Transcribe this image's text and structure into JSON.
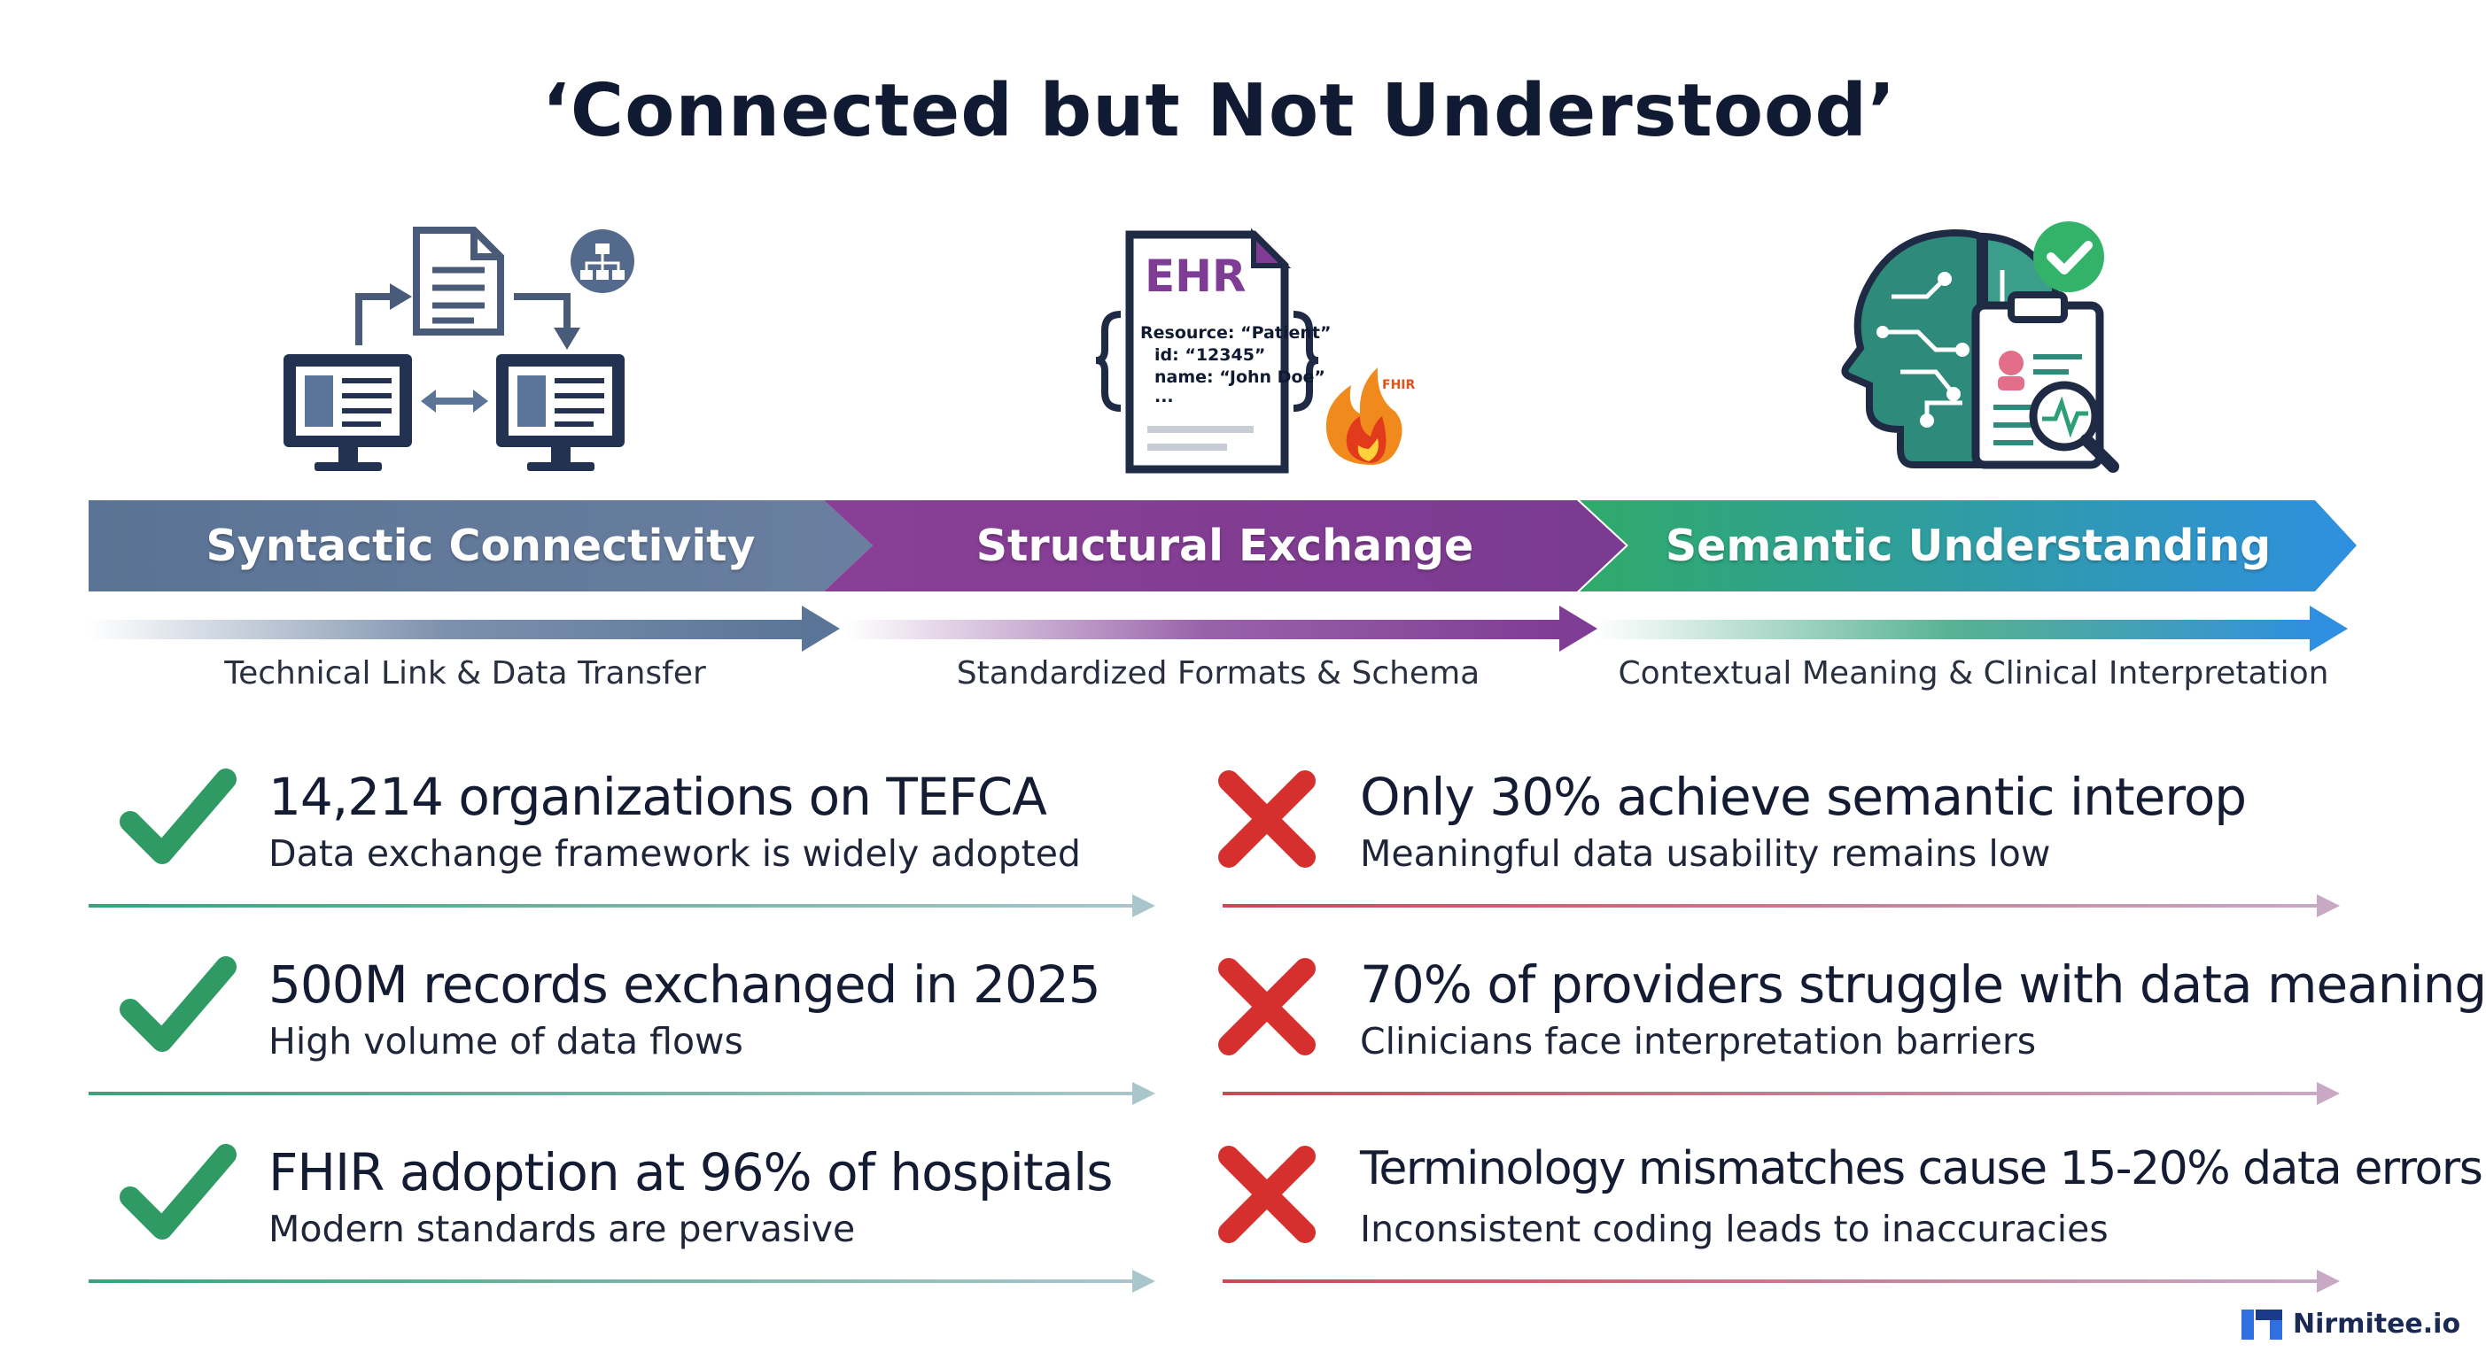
{
  "title": "‘Connected but Not Understood’",
  "stages": [
    {
      "label": "Syntactic Connectivity",
      "caption": "Technical Link & Data Transfer",
      "color": "#5b7598",
      "icon": "network-computers-icon"
    },
    {
      "label": "Structural Exchange",
      "caption": "Standardized Formats & Schema",
      "color": "#7f3c94",
      "icon": "ehr-document-icon"
    },
    {
      "label": "Semantic Understanding",
      "caption": "Contextual Meaning & Clinical Interpretation",
      "color": "#2e9e78",
      "icon": "brain-clipboard-icon"
    }
  ],
  "ehr_icon": {
    "header": "EHR",
    "line1": "Resource: “Patient”",
    "line2": "id: “12345”",
    "line3": "name: “John Doe”",
    "line4": "...",
    "badge": "FHIR"
  },
  "successes": [
    {
      "title": "14,214 organizations on TEFCA",
      "subtitle": "Data exchange framework is widely adopted"
    },
    {
      "title": "500M records exchanged in 2025",
      "subtitle": "High volume of data flows"
    },
    {
      "title": "FHIR adoption at 96% of hospitals",
      "subtitle": "Modern standards are pervasive"
    }
  ],
  "failures": [
    {
      "title": "Only 30% achieve semantic interop",
      "subtitle": "Meaningful data usability remains low"
    },
    {
      "title": "70% of providers struggle with data meaning",
      "subtitle": "Clinicians face interpretation barriers"
    },
    {
      "title": "Terminology mismatches cause 15-20% data errors",
      "subtitle": "Inconsistent coding leads to inaccuracies"
    }
  ],
  "colors": {
    "check": "#2f9a63",
    "cross": "#d6302e",
    "success_line": "#3aa37a",
    "failure_line": "#c84a55"
  },
  "brand": {
    "name": "Nirmitee.io"
  }
}
